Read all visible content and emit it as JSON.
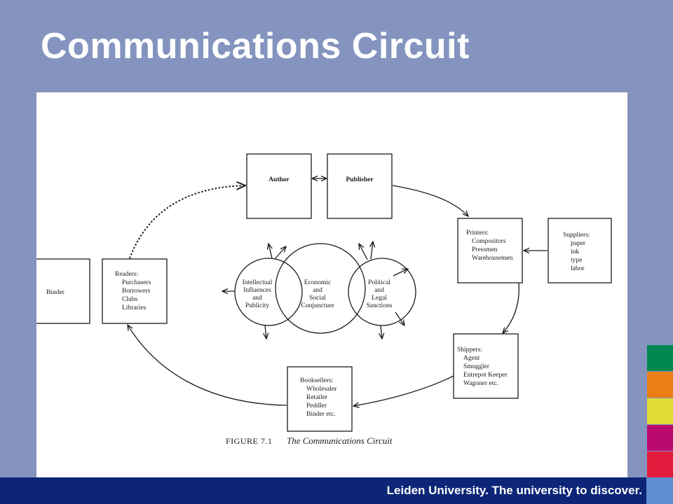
{
  "slide": {
    "title": "Communications Circuit",
    "footer": "Leiden University. The university to discover."
  },
  "colors": {
    "background": "#8494bf",
    "footer": "#0c2577",
    "footer_corner": "#5f8fd0",
    "stripes": [
      "#008850",
      "#ea7f17",
      "#e3dc38",
      "#bb0a6e",
      "#e31b3c"
    ]
  },
  "figure": {
    "author": "Author",
    "publisher": "Publisher",
    "printers": {
      "heading": "Printers:",
      "items": [
        "Compositors",
        "Pressmen",
        "Warehousemen"
      ]
    },
    "suppliers": {
      "heading": "Suppliers:",
      "items": [
        "paper",
        "ink",
        "type",
        "labor"
      ]
    },
    "shippers": {
      "heading": "Shippers:",
      "items": [
        "Agent",
        "Smuggler",
        "Entrepot Keeper",
        "Wagoner etc."
      ]
    },
    "booksellers": {
      "heading": "Booksellers:",
      "items": [
        "Wholesaler",
        "Retailer",
        "Peddler",
        "Binder etc."
      ]
    },
    "readers": {
      "heading": "Readers:",
      "items": [
        "Purchasers",
        "Borrowers",
        "Clubs",
        "Libraries"
      ]
    },
    "binder": "Binder",
    "intellectual": [
      "Intellectual",
      "Influences",
      "and",
      "Publicity"
    ],
    "economic": [
      "Economic",
      "and",
      "Social",
      "Conjuncture"
    ],
    "political": [
      "Political",
      "and",
      "Legal",
      "Sanctions"
    ],
    "caption_label": "FIGURE 7.1",
    "caption_title": "The Communications Circuit"
  }
}
